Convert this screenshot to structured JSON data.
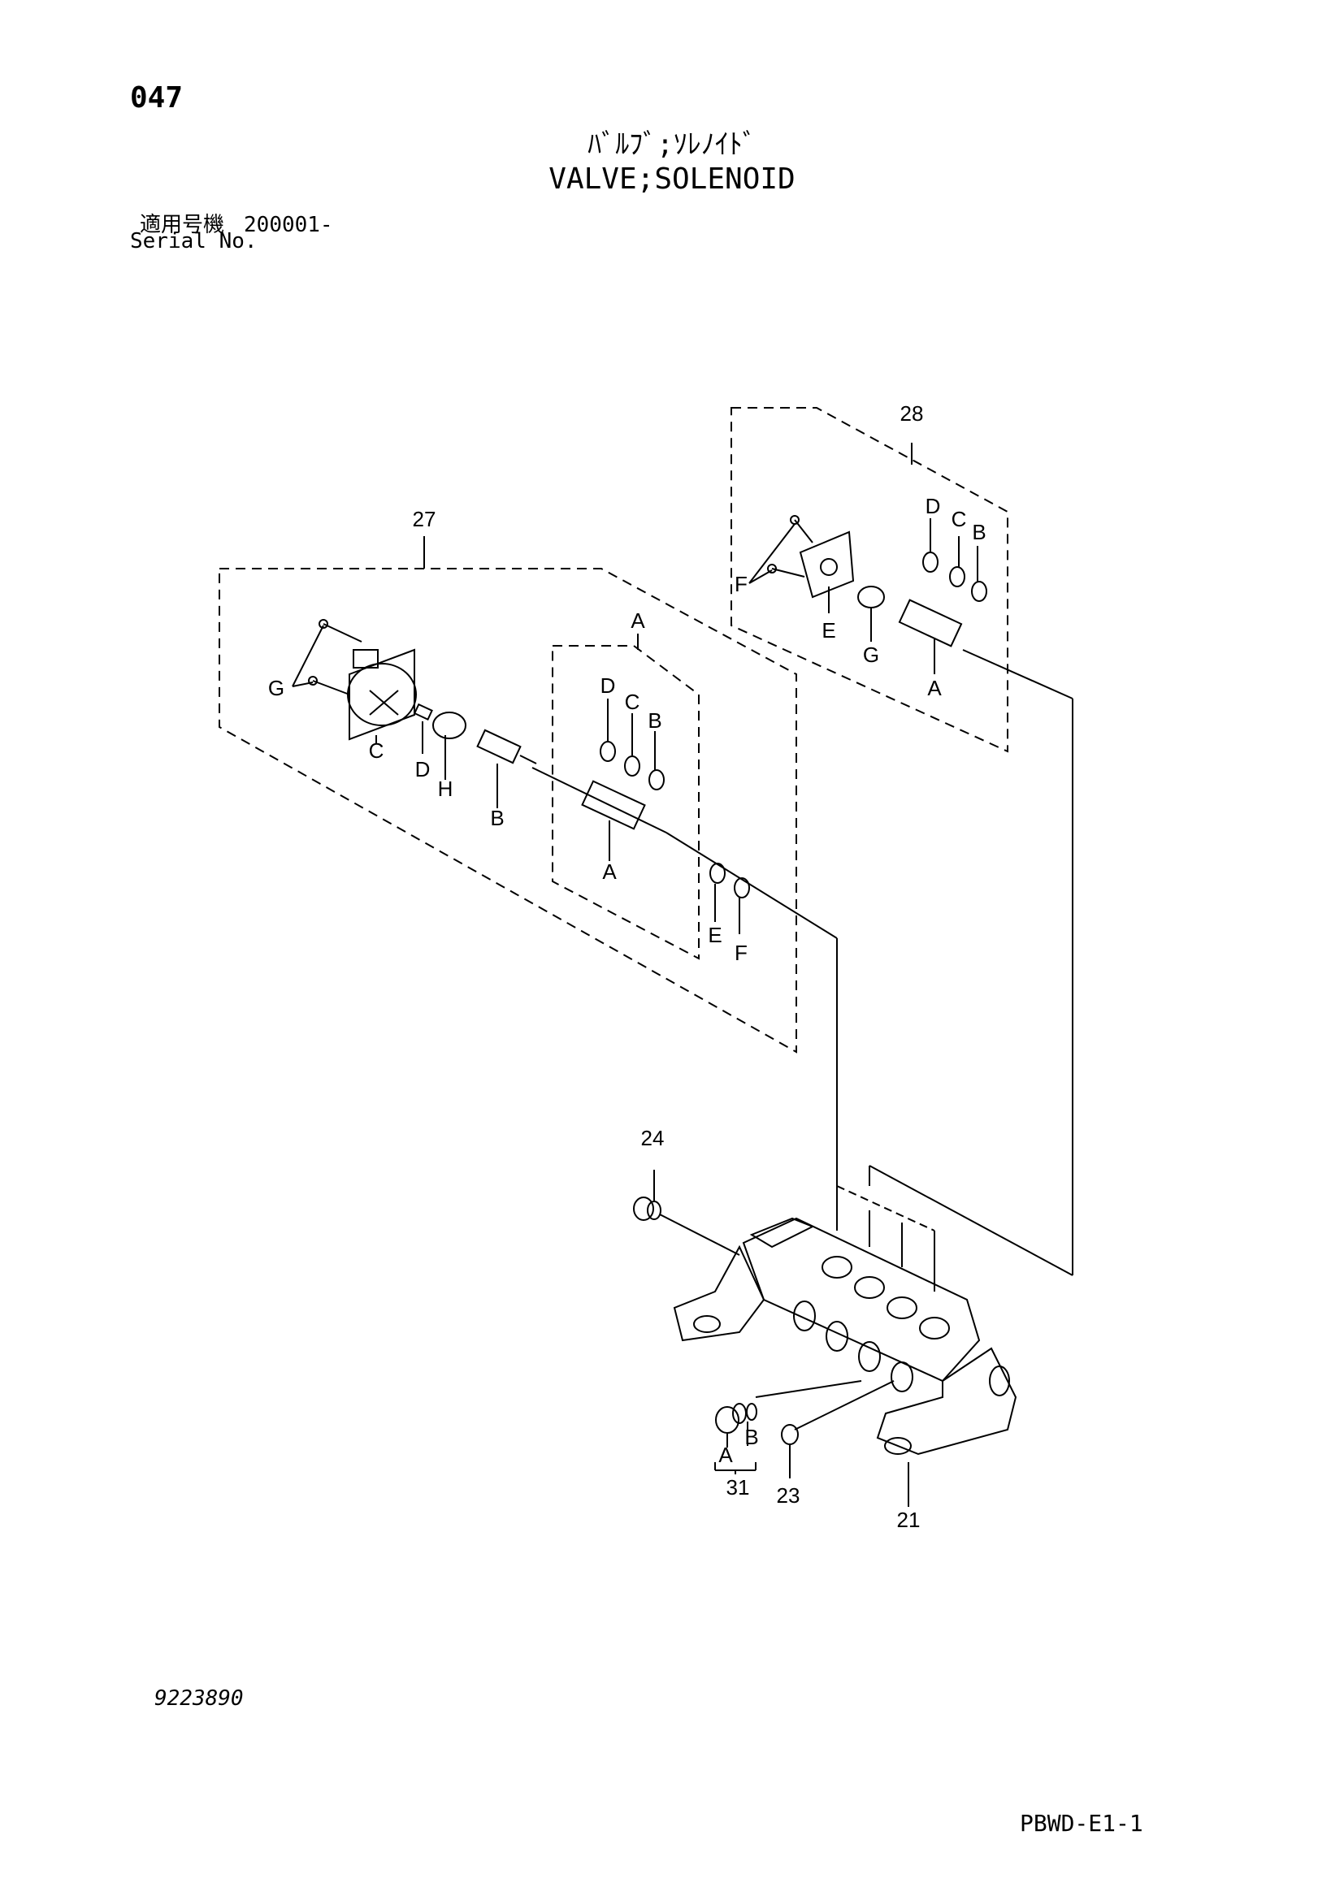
{
  "header": {
    "page_number": "047",
    "title_jp": "ﾊﾞﾙﾌﾞ;ｿﾚﾉｲﾄﾞ",
    "title_en": "VALVE;SOLENOID",
    "serial_label_jp": "適用号機",
    "serial_value": "200001-",
    "serial_label_en": "Serial No."
  },
  "callouts": {
    "a27": "27",
    "g27": "G",
    "c27": "C",
    "d27": "D",
    "h27": "H",
    "b27": "B",
    "a_top": "A",
    "d_a": "D",
    "c_a": "C",
    "b_a": "B",
    "a_bottom": "A",
    "e27": "E",
    "f27": "F",
    "a28": "28",
    "d28": "D",
    "c28": "C",
    "b28": "B",
    "f28": "F",
    "e28": "E",
    "g28": "G",
    "a28_bottom": "A",
    "p24": "24",
    "pa31": "A",
    "pb31": "B",
    "p31": "31",
    "p23": "23",
    "p21": "21"
  },
  "footer": {
    "drawing_number": "9223890",
    "page_code": "PBWD-E1-1"
  }
}
